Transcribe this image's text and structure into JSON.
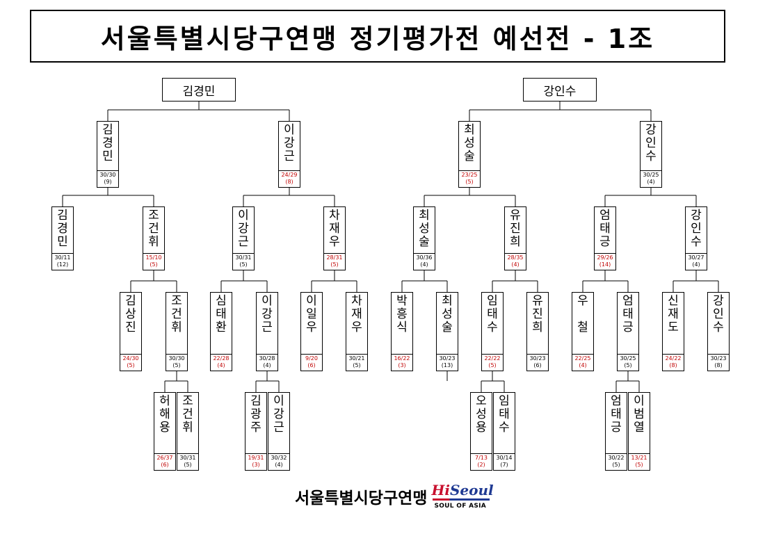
{
  "title": "서울특별시당구연맹 정기평가전 예선전 - 1조",
  "footer": {
    "org": "서울특별시당구연맹",
    "logo_hi": "Hi",
    "logo_seoul": "Seoul",
    "logo_tag": "SOUL OF ASIA"
  },
  "winners": [
    "김경민",
    "강인수"
  ],
  "players": [
    {
      "name": "김경민",
      "score": "30/30",
      "avg": "(9)",
      "loss": false
    },
    {
      "name": "이강근",
      "score": "24/29",
      "avg": "(8)",
      "loss": true
    },
    {
      "name": "최성술",
      "score": "23/25",
      "avg": "(5)",
      "loss": true
    },
    {
      "name": "강인수",
      "score": "30/25",
      "avg": "(4)",
      "loss": false
    },
    {
      "name": "김경민",
      "score": "30/11",
      "avg": "(12)",
      "loss": false
    },
    {
      "name": "조건휘",
      "score": "15/10",
      "avg": "(5)",
      "loss": true
    },
    {
      "name": "이강근",
      "score": "30/31",
      "avg": "(5)",
      "loss": false
    },
    {
      "name": "차재우",
      "score": "28/31",
      "avg": "(5)",
      "loss": true
    },
    {
      "name": "최성술",
      "score": "30/36",
      "avg": "(4)",
      "loss": false
    },
    {
      "name": "유진희",
      "score": "28/35",
      "avg": "(4)",
      "loss": true
    },
    {
      "name": "엄태긍",
      "score": "29/26",
      "avg": "(14)",
      "loss": true
    },
    {
      "name": "강인수",
      "score": "30/27",
      "avg": "(4)",
      "loss": false
    },
    {
      "name": "김상진",
      "score": "24/30",
      "avg": "(5)",
      "loss": true
    },
    {
      "name": "조건휘",
      "score": "30/30",
      "avg": "(5)",
      "loss": false
    },
    {
      "name": "심태환",
      "score": "22/28",
      "avg": "(4)",
      "loss": true
    },
    {
      "name": "이강근",
      "score": "30/28",
      "avg": "(4)",
      "loss": false
    },
    {
      "name": "이일우",
      "score": "9/20",
      "avg": "(6)",
      "loss": true
    },
    {
      "name": "차재우",
      "score": "30/21",
      "avg": "(5)",
      "loss": false
    },
    {
      "name": "박흥식",
      "score": "16/22",
      "avg": "(3)",
      "loss": true
    },
    {
      "name": "최성술",
      "score": "30/23",
      "avg": "(13)",
      "loss": false
    },
    {
      "name": "임태수",
      "score": "22/22",
      "avg": "(5)",
      "loss": true
    },
    {
      "name": "유진희",
      "score": "30/23",
      "avg": "(6)",
      "loss": false
    },
    {
      "name": "우 철",
      "score": "22/25",
      "avg": "(4)",
      "loss": true
    },
    {
      "name": "엄태긍",
      "score": "30/25",
      "avg": "(5)",
      "loss": false
    },
    {
      "name": "신재도",
      "score": "24/22",
      "avg": "(8)",
      "loss": true
    },
    {
      "name": "강인수",
      "score": "30/23",
      "avg": "(8)",
      "loss": false
    },
    {
      "name": "허해용",
      "score": "26/37",
      "avg": "(6)",
      "loss": true
    },
    {
      "name": "조건휘",
      "score": "30/31",
      "avg": "(5)",
      "loss": false
    },
    {
      "name": "김광주",
      "score": "19/31",
      "avg": "(3)",
      "loss": true
    },
    {
      "name": "이강근",
      "score": "30/32",
      "avg": "(4)",
      "loss": false
    },
    {
      "name": "오성용",
      "score": "7/13",
      "avg": "(2)",
      "loss": true
    },
    {
      "name": "임태수",
      "score": "30/14",
      "avg": "(7)",
      "loss": false
    },
    {
      "name": "엄태긍",
      "score": "30/22",
      "avg": "(5)",
      "loss": false
    },
    {
      "name": "이범열",
      "score": "13/21",
      "avg": "(5)",
      "loss": true
    }
  ],
  "colors": {
    "loss": "#c00000",
    "line": "#000000"
  }
}
